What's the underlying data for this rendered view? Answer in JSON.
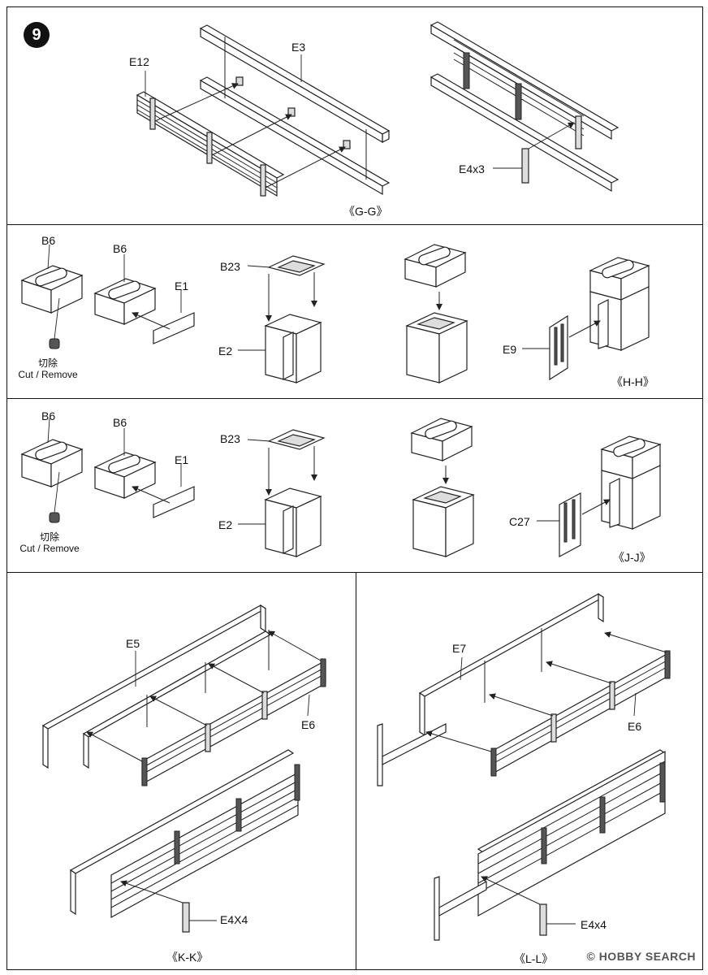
{
  "step": {
    "number": "9"
  },
  "panel_gg": {
    "caption": "《G-G》",
    "labels": {
      "e12": "E12",
      "e3": "E3",
      "e4x3": "E4x3"
    }
  },
  "panel_hh": {
    "caption": "《H-H》",
    "labels": {
      "b6a": "B6",
      "b6b": "B6",
      "e1": "E1",
      "b23": "B23",
      "e2": "E2",
      "e9": "E9"
    },
    "remove_note": {
      "cn": "切除",
      "en": "Cut / Remove"
    }
  },
  "panel_jj": {
    "caption": "《J-J》",
    "labels": {
      "b6a": "B6",
      "b6b": "B6",
      "e1": "E1",
      "b23": "B23",
      "e2": "E2",
      "c27": "C27"
    },
    "remove_note": {
      "cn": "切除",
      "en": "Cut / Remove"
    }
  },
  "panel_kk": {
    "caption": "《K-K》",
    "labels": {
      "e5": "E5",
      "e6": "E6",
      "e4x4": "E4X4"
    }
  },
  "panel_ll": {
    "caption": "《L-L》",
    "labels": {
      "e7": "E7",
      "e6": "E6",
      "e4x4": "E4x4"
    }
  },
  "watermark": "HOBBY SEARCH",
  "watermark_mark": "©"
}
